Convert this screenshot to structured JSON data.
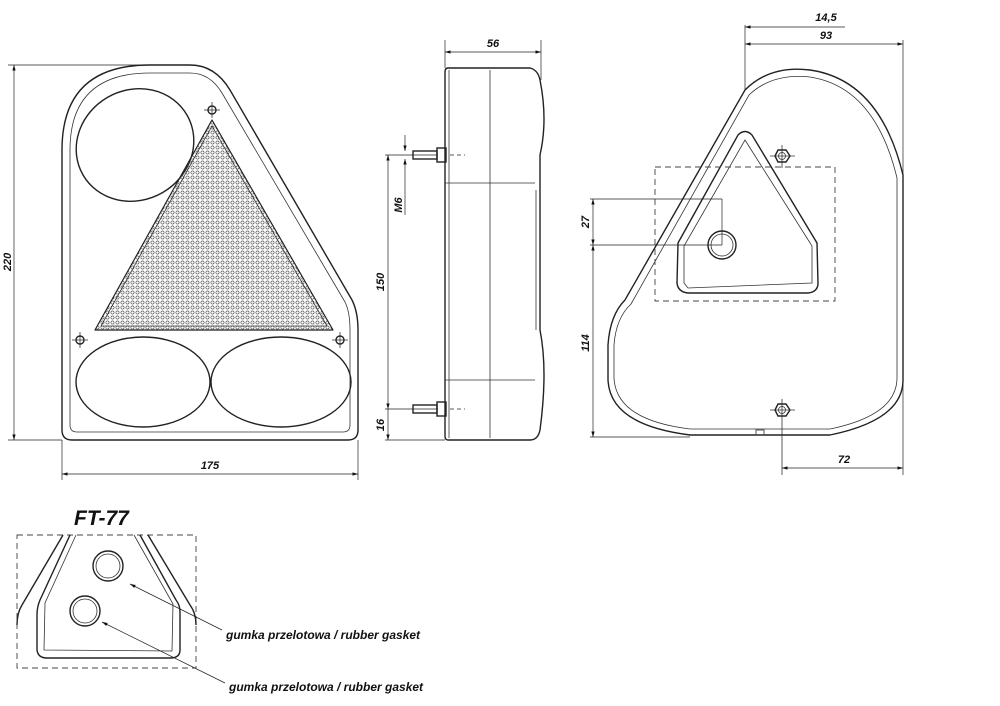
{
  "model": "FT-77",
  "dimensions": {
    "front_height": "220",
    "front_width": "175",
    "side_depth": "56",
    "thread": "M6",
    "bolt_spacing": "150",
    "bolt_bottom_offset": "16",
    "rear_offset_top": "14,5",
    "rear_width": "93",
    "rear_hole_offset": "27",
    "rear_hole_height": "114",
    "rear_bottom_offset": "72"
  },
  "callouts": [
    "gumka przelotowa / rubber gasket",
    "gumka przelotowa / rubber gasket"
  ]
}
